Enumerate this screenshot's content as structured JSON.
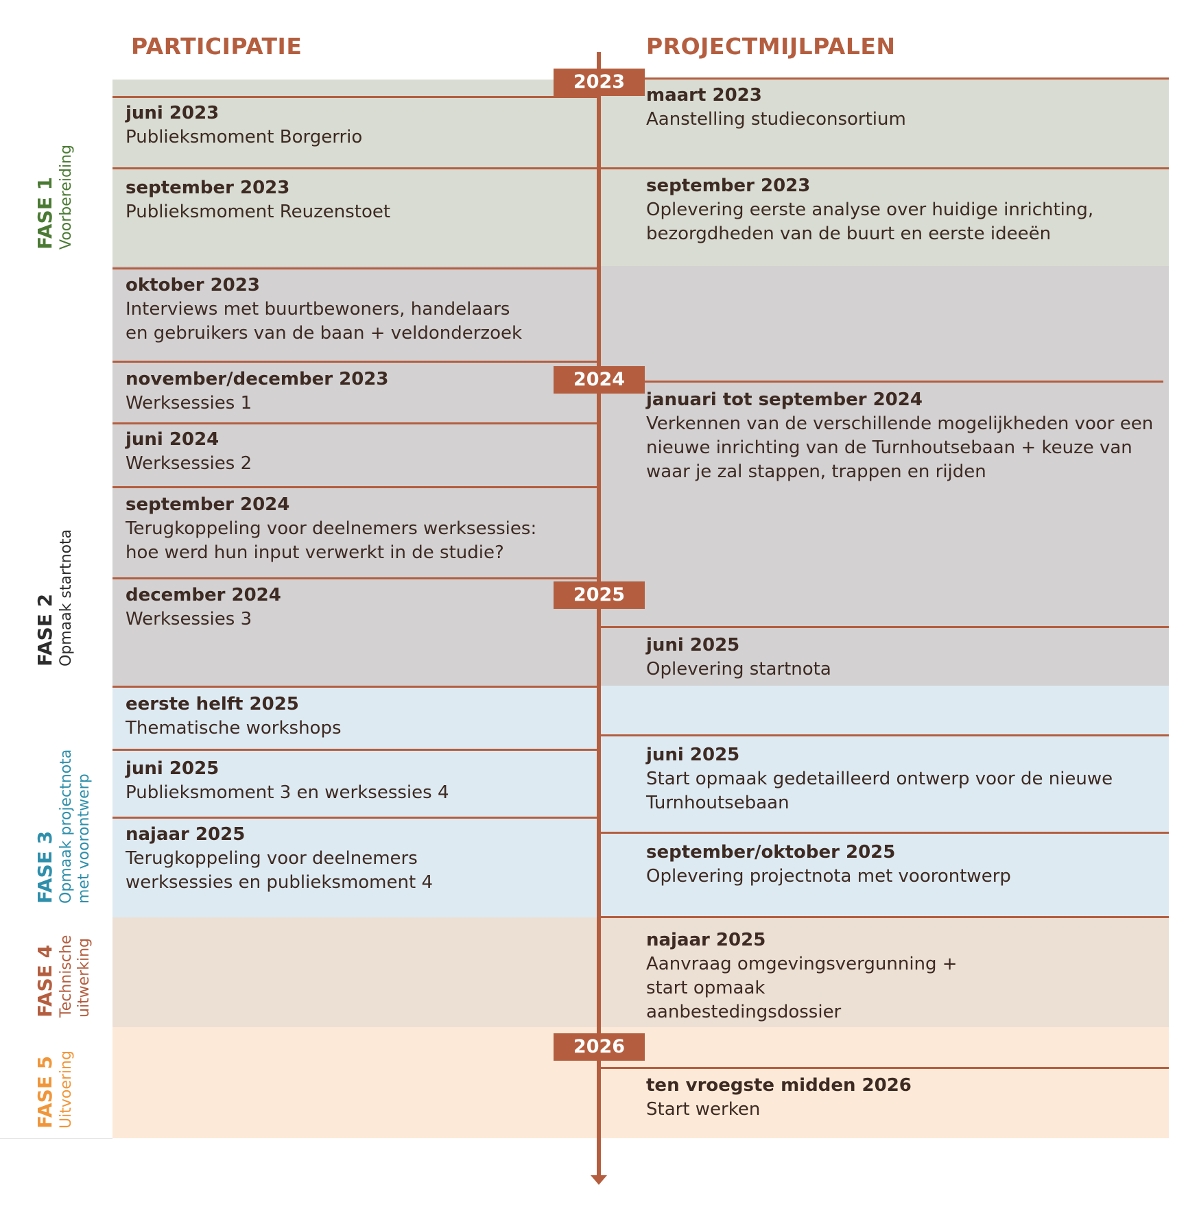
{
  "headers": {
    "left": "PARTICIPATIE",
    "right": "PROJECTMIJLPALEN"
  },
  "colors": {
    "accent": "#b45e3f",
    "fase1_bg": "#d9dcd2",
    "fase2_bg": "#d3d1d2",
    "fase3_bg": "#deeaf2",
    "fase4_bg": "#ecdfd4",
    "fase5_bg": "#fde9d8",
    "fase1": "#4a7a33",
    "fase2": "#2d2d2d",
    "fase3": "#2e8fab",
    "fase4": "#b45e3f",
    "fase5": "#f0963a"
  },
  "years": [
    "2023",
    "2024",
    "2025",
    "2026"
  ],
  "phases": [
    {
      "title": "FASE 1",
      "sub": "Voorbereiding"
    },
    {
      "title": "FASE 2",
      "sub": "Opmaak startnota"
    },
    {
      "title": "FASE 3",
      "sub": "Opmaak projectnota met voorontwerp"
    },
    {
      "title": "FASE 4",
      "sub": "Technische uitwerking"
    },
    {
      "title": "FASE 5",
      "sub": "Uitvoering"
    }
  ],
  "participatie": [
    {
      "when": "juni 2023",
      "what": "Publieksmoment Borgerrio"
    },
    {
      "when": "september 2023",
      "what": "Publieksmoment Reuzenstoet"
    },
    {
      "when": "oktober 2023",
      "what": "Interviews met buurtbewoners, handelaars en gebruikers van de baan + veldonderzoek"
    },
    {
      "when": "november/december 2023",
      "what": "Werksessies 1"
    },
    {
      "when": "juni 2024",
      "what": "Werksessies 2"
    },
    {
      "when": "september 2024",
      "what": "Terugkoppeling voor deelnemers werksessies: hoe werd hun input verwerkt in de studie?"
    },
    {
      "when": "december 2024",
      "what": "Werksessies 3"
    },
    {
      "when": "eerste helft 2025",
      "what": "Thematische workshops"
    },
    {
      "when": "juni 2025",
      "what": "Publieksmoment 3 en werksessies 4"
    },
    {
      "when": "najaar 2025",
      "what": "Terugkoppeling voor deelnemers werksessies en publieksmoment 4"
    }
  ],
  "mijlpalen": [
    {
      "when": "maart 2023",
      "what": "Aanstelling studieconsortium"
    },
    {
      "when": "september 2023",
      "what": "Oplevering eerste analyse over huidige inrichting, bezorgdheden van de buurt en eerste ideeën"
    },
    {
      "when": "januari tot september 2024",
      "what": "Verkennen van de verschillende mogelijkheden voor een nieuwe inrichting van de Turnhoutsebaan + keuze van waar je zal stappen, trappen en rijden"
    },
    {
      "when": "juni 2025",
      "what": "Oplevering startnota"
    },
    {
      "when": "juni 2025",
      "what": "Start opmaak gedetailleerd ontwerp voor de nieuwe Turnhoutsebaan"
    },
    {
      "when": "september/oktober 2025",
      "what": "Oplevering projectnota met voorontwerp"
    },
    {
      "when": "najaar 2025",
      "what": "Aanvraag omgevingsvergunning + start opmaak aanbestedingsdossier"
    },
    {
      "when": "ten vroegste midden 2026",
      "what": "Start werken"
    }
  ]
}
